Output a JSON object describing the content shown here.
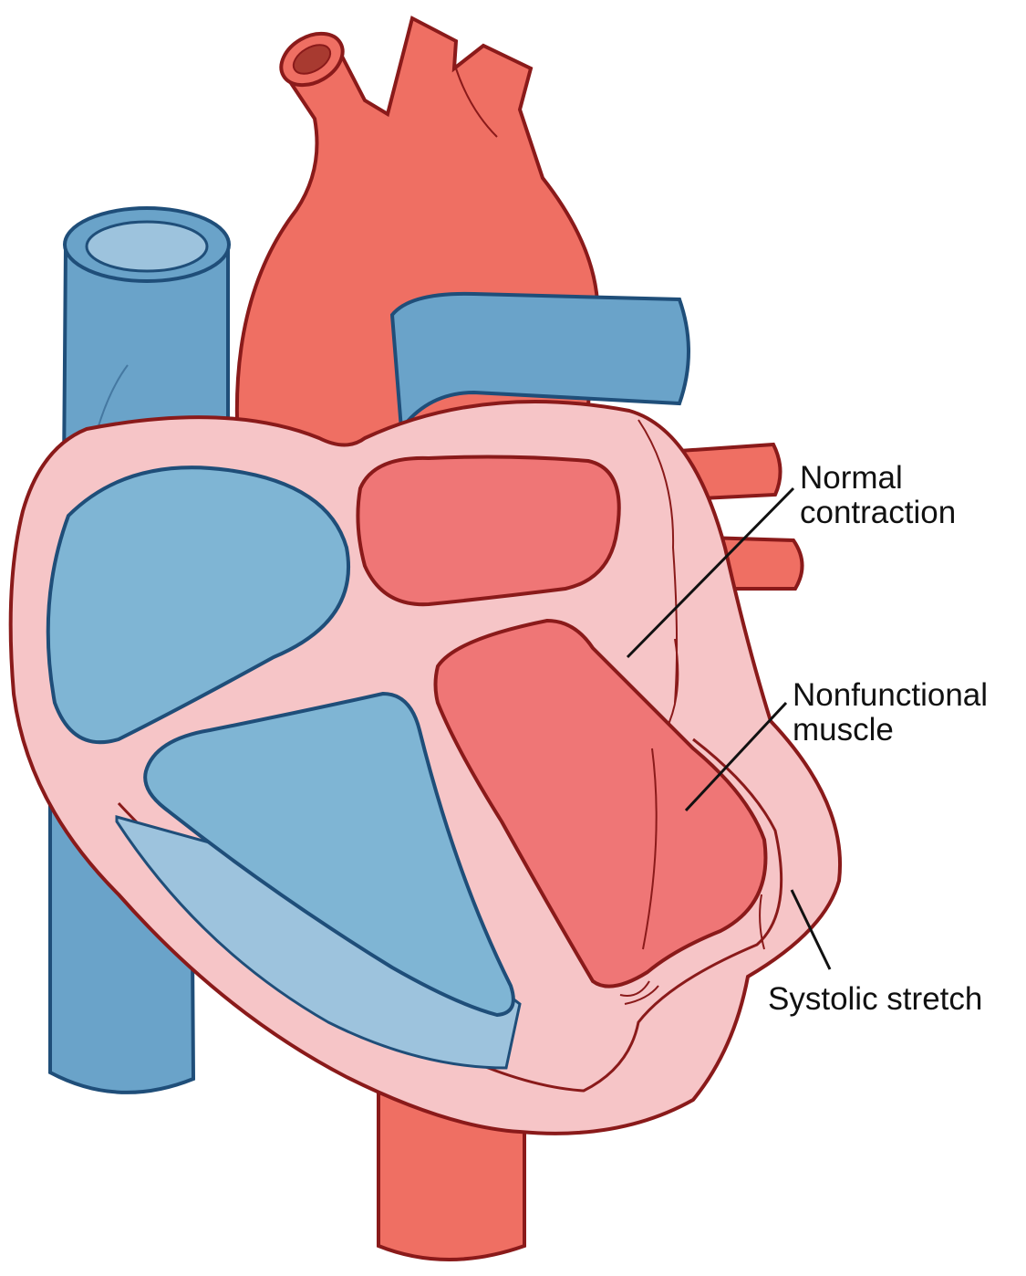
{
  "labels": {
    "normal_contraction": [
      "Normal",
      "contraction"
    ],
    "nonfunctional_muscle": [
      "Nonfunctional",
      "muscle"
    ],
    "systolic_stretch": "Systolic stretch"
  },
  "colors": {
    "artery_red": "#ef6f63",
    "vein_blue": "#6aa3c9",
    "chamber_blue": "#7fb5d4",
    "chamber_blue_light": "#9dc3dd",
    "chamber_red": "#ef7676",
    "myocardium_pink": "#f6c5c7",
    "outline_red": "#8a1a1a",
    "outline_blue": "#1f4e79",
    "leader_line": "#111111"
  }
}
